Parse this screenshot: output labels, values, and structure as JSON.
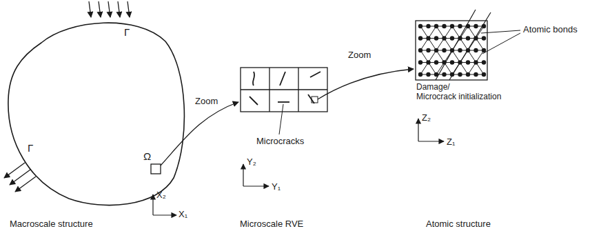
{
  "diagram": {
    "labels": [
      "Γ",
      "Γ",
      "Ω",
      "X₂",
      "X₁",
      "Macroscale structure",
      "Zoom",
      "Microcracks",
      "Y₂",
      "Y₁",
      "Microscale RVE",
      "Zoom",
      "Atomic bonds",
      "Damage/ Microcrack initialization",
      "Z₂",
      "Z₁",
      "Atomic structure"
    ]
  }
}
